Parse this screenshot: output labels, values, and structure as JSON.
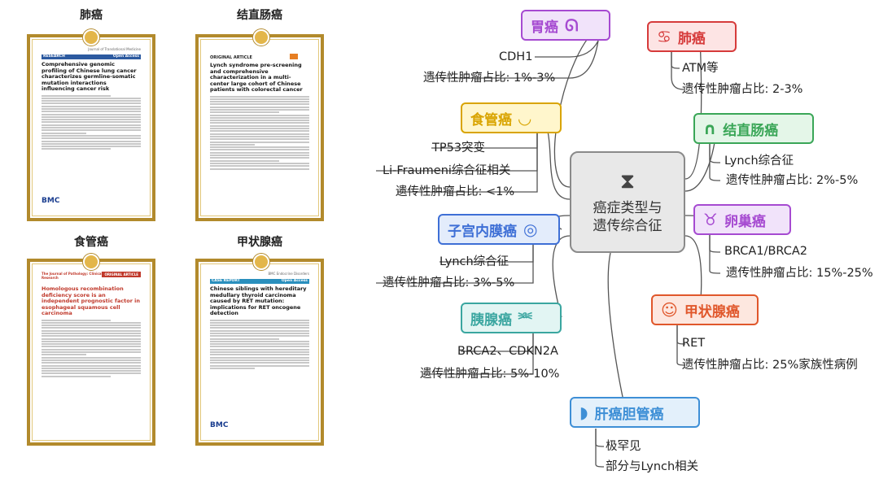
{
  "papers": [
    {
      "label": "肺癌",
      "journal": "Journal of Translational Medicine",
      "tag": "RESEARCH",
      "tag_right": "Open Access",
      "title": "Comprehensive genomic profiling of Chinese lung cancer characterizes germline-somatic mutation interactions influencing cancer risk",
      "publisher": "BMC",
      "accent": "#2c5aa0"
    },
    {
      "label": "结直肠癌",
      "journal": "",
      "tag": "ORIGINAL ARTICLE",
      "tag_right": "",
      "title": "Lynch syndrome pre-screening and comprehensive characterization in a multi-center large cohort of Chinese patients with colorectal cancer",
      "publisher": "",
      "accent": "#333333"
    },
    {
      "label": "食管癌",
      "journal": "The Journal of Pathology: Clinical Research",
      "tag": "",
      "tag_right": "ORIGINAL ARTICLE",
      "title": "Homologous recombination deficiency score is an independent prognostic factor in esophageal squamous cell carcinoma",
      "publisher": "",
      "accent": "#c0392b"
    },
    {
      "label": "甲状腺癌",
      "journal": "BMC Endocrine Disorders",
      "tag": "CASE REPORT",
      "tag_right": "Open Access",
      "title": "Chinese siblings with hereditary medullary thyroid carcinoma caused by RET mutation: implications for RET oncogene detection",
      "publisher": "BMC",
      "accent": "#2a8fbd"
    }
  ],
  "center": {
    "line1": "癌症类型与",
    "line2": "遗传综合征",
    "icon": "dna-hourglass-icon"
  },
  "nodes": [
    {
      "id": "stomach",
      "label": "胃癌",
      "icon": "stomach-icon",
      "glyph": "ᘏ",
      "color": "#a64ad1",
      "bg": "#f1e3fa",
      "leaves": [
        "CDH1",
        "遗传性肿瘤占比: 1%-3%"
      ]
    },
    {
      "id": "lung",
      "label": "肺癌",
      "icon": "lungs-icon",
      "glyph": "♋",
      "color": "#d63b3b",
      "bg": "#fde4e4",
      "leaves": [
        "ATM等",
        "遗传性肿瘤占比: 2-3%"
      ]
    },
    {
      "id": "esophagus",
      "label": "食管癌",
      "icon": "esophagus-icon",
      "glyph": "◡",
      "color": "#d9a400",
      "bg": "#fff6cc",
      "leaves": [
        "TP53突变",
        "Li-Fraumeni综合征相关",
        "遗传性肿瘤占比: <1%"
      ]
    },
    {
      "id": "colorectal",
      "label": "结直肠癌",
      "icon": "intestine-icon",
      "glyph": "∩",
      "color": "#3aa657",
      "bg": "#e4f6e8",
      "leaves": [
        "Lynch综合征",
        "遗传性肿瘤占比: 2%-5%"
      ]
    },
    {
      "id": "endometrial",
      "label": "子宫内膜癌",
      "icon": "uterus-icon",
      "glyph": "◎",
      "color": "#3e6fd6",
      "bg": "#e3ecfb",
      "leaves": [
        "Lynch综合征",
        "遗传性肿瘤占比: 3%-5%"
      ]
    },
    {
      "id": "ovarian",
      "label": "卵巢癌",
      "icon": "ovary-icon",
      "glyph": "♉",
      "color": "#a64ad1",
      "bg": "#f1e3fa",
      "leaves": [
        "BRCA1/BRCA2",
        "遗传性肿瘤占比: 15%-25%"
      ]
    },
    {
      "id": "pancreas",
      "label": "胰腺癌",
      "icon": "pancreas-icon",
      "glyph": "⎃",
      "color": "#3aa6a0",
      "bg": "#e2f5f3",
      "leaves": [
        "BRCA2、CDKN2A",
        "遗传性肿瘤占比: 5%-10%"
      ]
    },
    {
      "id": "thyroid",
      "label": "甲状腺癌",
      "icon": "thyroid-icon",
      "glyph": "☺",
      "color": "#e0572b",
      "bg": "#fde7df",
      "leaves": [
        "RET",
        "遗传性肿瘤占比: 25%家族性病例"
      ]
    },
    {
      "id": "biliary",
      "label": "肝癌胆管癌",
      "icon": "liver-icon",
      "glyph": "◗",
      "color": "#3e8fd6",
      "bg": "#e3f0fb",
      "leaves": [
        "极罕见",
        "部分与Lynch相关"
      ]
    }
  ]
}
